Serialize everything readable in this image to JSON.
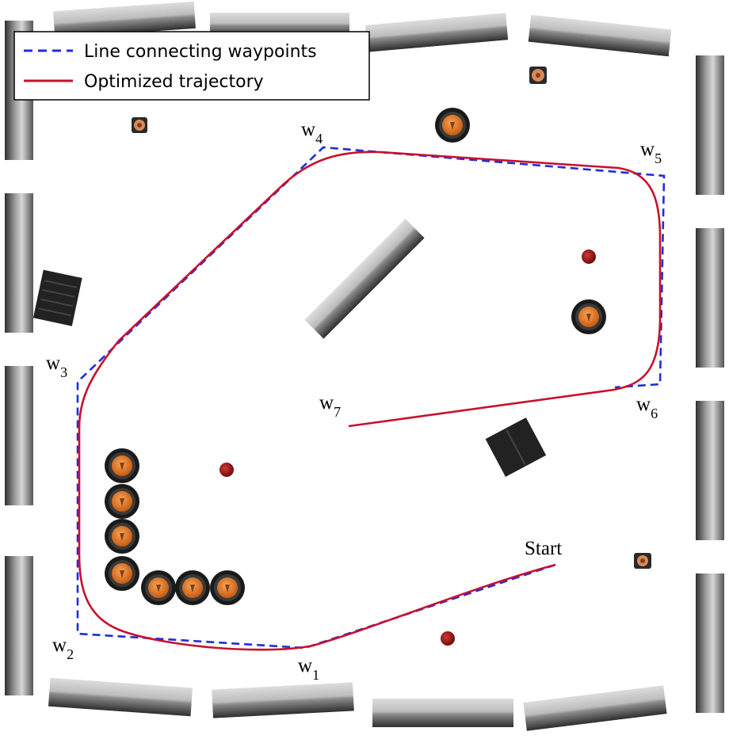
{
  "legend": {
    "waypoint_line_label": "Line connecting waypoints",
    "trajectory_label": "Optimized trajectory"
  },
  "labels": {
    "start": "Start",
    "w1": "w1",
    "w2": "w2",
    "w3": "w3",
    "w4": "w4",
    "w5": "w5",
    "w6": "w6",
    "w7": "w7"
  },
  "waypoint_subscripts": [
    "1",
    "2",
    "3",
    "4",
    "5",
    "6",
    "7"
  ],
  "colors": {
    "waypoint_line": "#1f2fd6",
    "trajectory": "#c8102e",
    "wall_light": "#c9c9c9",
    "wall_dark": "#333333",
    "cone_orange": "#e07a1f",
    "tire_black": "#1a1a1a",
    "marker_red": "#9b1414",
    "box_black": "#222222"
  }
}
